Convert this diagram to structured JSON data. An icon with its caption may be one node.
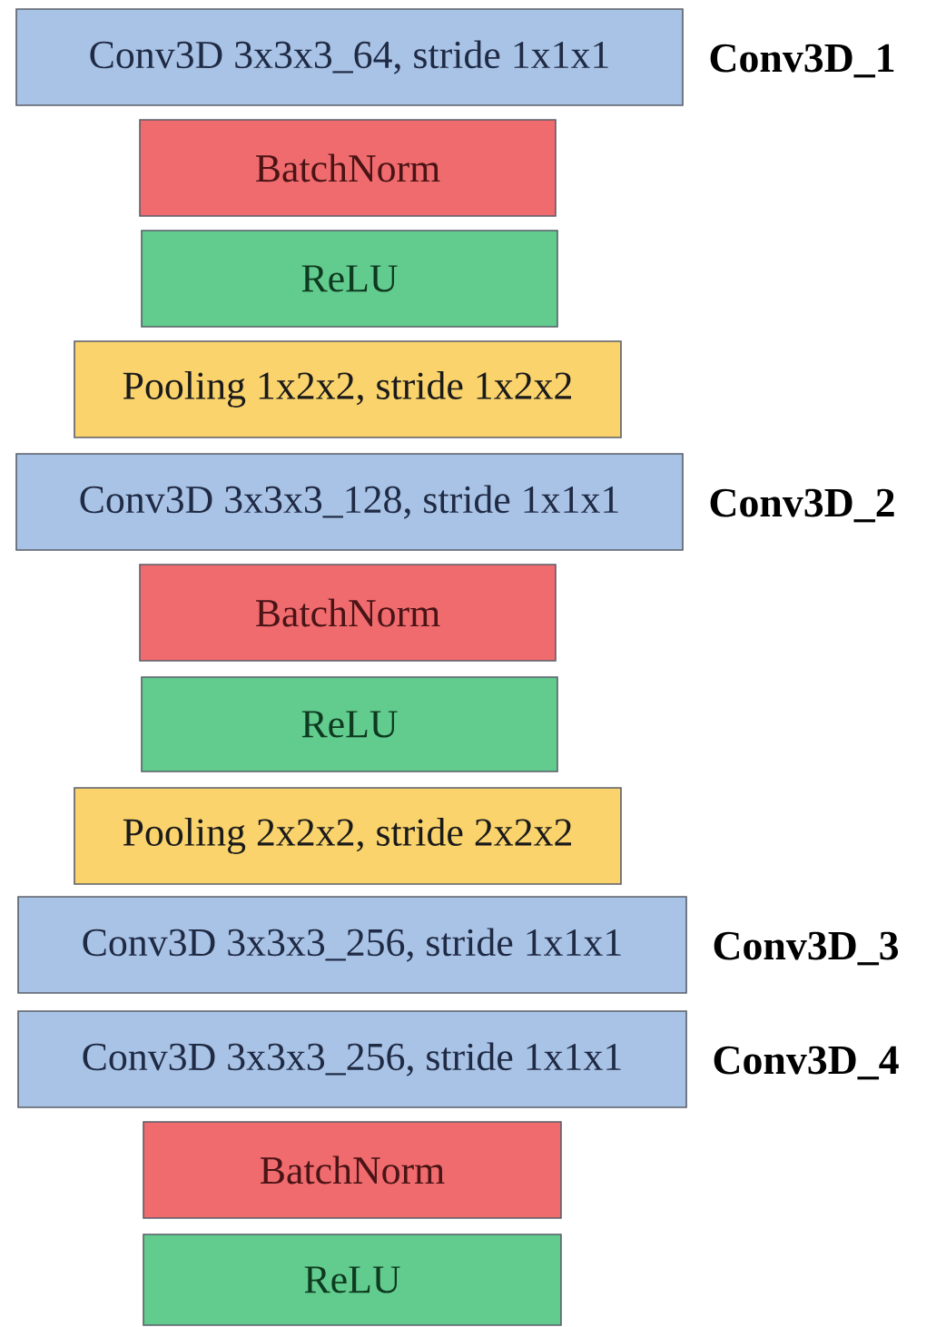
{
  "diagram": {
    "nodes": [
      {
        "text": [
          "Conv3D 3x3x3_64, stride 1x1x1"
        ],
        "beside": [
          "Conv3D_1"
        ]
      },
      {
        "text": [
          "BatchNorm"
        ]
      },
      {
        "text": [
          "ReLU"
        ]
      },
      {
        "text": [
          "Pooling 1x2x2, stride 1x2x2"
        ]
      },
      {
        "text": [
          "Conv3D 3x3x3_128, stride 1x1x1"
        ],
        "beside": [
          "Conv3D_2"
        ]
      },
      {
        "text": [
          "BatchNorm"
        ]
      },
      {
        "text": [
          "ReLU"
        ]
      },
      {
        "text": [
          "Pooling 2x2x2, stride 2x2x2"
        ]
      },
      {
        "text": [
          "Conv3D 3x3x3_256, stride 1x1x1"
        ],
        "beside": [
          "Conv3D_3"
        ]
      },
      {
        "text": [
          "Conv3D 3x3x3_256, stride 1x1x1"
        ],
        "beside": [
          "Conv3D_4"
        ]
      },
      {
        "text": [
          "BatchNorm"
        ]
      },
      {
        "text": [
          "ReLU"
        ]
      }
    ]
  }
}
